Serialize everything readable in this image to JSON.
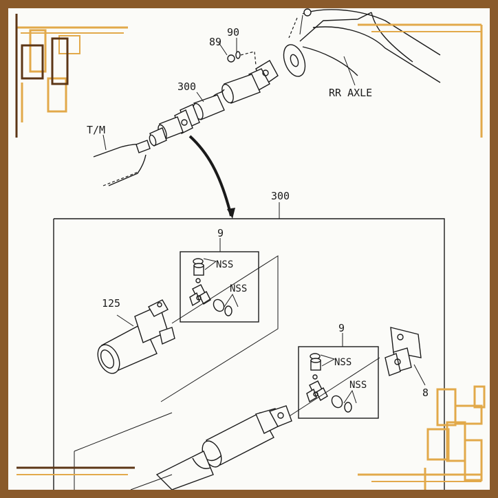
{
  "diagram": {
    "labels": {
      "rr_axle": "RR AXLE",
      "tm": "T/M",
      "part_89": "89",
      "part_90": "90",
      "part_300_top": "300",
      "part_300_box": "300",
      "part_9_upper": "9",
      "part_9_lower": "9",
      "part_125": "125",
      "part_8": "8",
      "nss_upper_a": "NSS",
      "nss_upper_b": "NSS",
      "nss_lower_a": "NSS",
      "nss_lower_b": "NSS"
    },
    "colors": {
      "ink": "#1a1a1a",
      "paper": "#fbfbf8",
      "frame_brown": "#8a5a2b",
      "frame_gold": "#e2a94a"
    }
  }
}
